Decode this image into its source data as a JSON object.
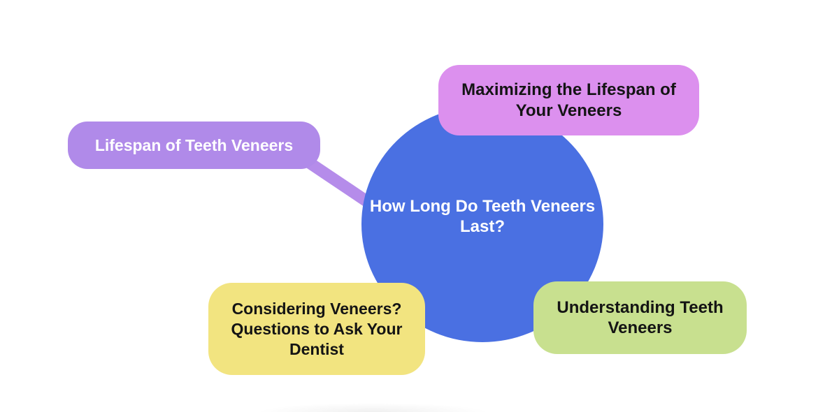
{
  "canvas": {
    "background_color": "#ffffff"
  },
  "mindmap": {
    "center": {
      "label": "How Long Do Teeth Veneers Last?",
      "fill_color": "#4a70e2",
      "text_color": "#ffffff"
    },
    "nodes": [
      {
        "id": "maximizing",
        "label": "Maximizing the Lifespan of Your Veneers",
        "fill_color": "#dc90ee",
        "text_color": "#141414",
        "position": "top-right"
      },
      {
        "id": "lifespan",
        "label": "Lifespan of Teeth Veneers",
        "fill_color": "#b08ae9",
        "text_color": "#ffffff",
        "position": "left"
      },
      {
        "id": "considering",
        "label": "Considering Veneers? Questions to Ask Your Dentist",
        "fill_color": "#f2e480",
        "text_color": "#141414",
        "position": "bottom-left"
      },
      {
        "id": "understanding",
        "label": "Understanding Teeth Veneers",
        "fill_color": "#c8e08f",
        "text_color": "#141414",
        "position": "bottom-right"
      }
    ],
    "connector": {
      "from": "lifespan",
      "to": "center",
      "color": "#b58cea"
    }
  }
}
